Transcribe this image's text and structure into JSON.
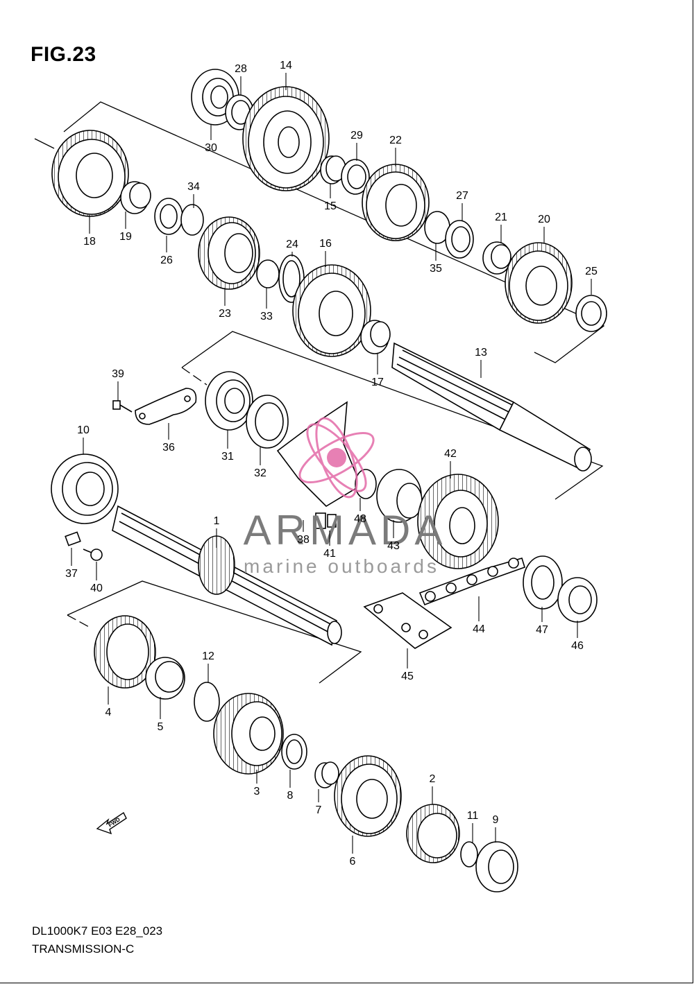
{
  "figure": {
    "title": "FIG.23"
  },
  "footer": {
    "model_code": "DL1000K7 E03 E28_023",
    "section_name": "TRANSMISSION-C"
  },
  "watermark": {
    "brand": "ARMADA",
    "tagline": "marine outboards",
    "color": "#e36aa8"
  },
  "fwd_label": "FWD",
  "parts": [
    {
      "id": "p1",
      "no": "1"
    },
    {
      "id": "p2",
      "no": "2"
    },
    {
      "id": "p3",
      "no": "3"
    },
    {
      "id": "p4",
      "no": "4"
    },
    {
      "id": "p5",
      "no": "5"
    },
    {
      "id": "p6",
      "no": "6"
    },
    {
      "id": "p7",
      "no": "7"
    },
    {
      "id": "p8",
      "no": "8"
    },
    {
      "id": "p9",
      "no": "9"
    },
    {
      "id": "p10",
      "no": "10"
    },
    {
      "id": "p11",
      "no": "11"
    },
    {
      "id": "p12",
      "no": "12"
    },
    {
      "id": "p13",
      "no": "13"
    },
    {
      "id": "p14",
      "no": "14"
    },
    {
      "id": "p15",
      "no": "15"
    },
    {
      "id": "p16",
      "no": "16"
    },
    {
      "id": "p17",
      "no": "17"
    },
    {
      "id": "p18",
      "no": "18"
    },
    {
      "id": "p19",
      "no": "19"
    },
    {
      "id": "p20",
      "no": "20"
    },
    {
      "id": "p21",
      "no": "21"
    },
    {
      "id": "p22",
      "no": "22"
    },
    {
      "id": "p23",
      "no": "23"
    },
    {
      "id": "p24",
      "no": "24"
    },
    {
      "id": "p25",
      "no": "25"
    },
    {
      "id": "p26",
      "no": "26"
    },
    {
      "id": "p27",
      "no": "27"
    },
    {
      "id": "p28",
      "no": "28"
    },
    {
      "id": "p29",
      "no": "29"
    },
    {
      "id": "p30",
      "no": "30"
    },
    {
      "id": "p31",
      "no": "31"
    },
    {
      "id": "p32",
      "no": "32"
    },
    {
      "id": "p33",
      "no": "33"
    },
    {
      "id": "p34",
      "no": "34"
    },
    {
      "id": "p35",
      "no": "35"
    },
    {
      "id": "p36",
      "no": "36"
    },
    {
      "id": "p37",
      "no": "37"
    },
    {
      "id": "p38",
      "no": "38"
    },
    {
      "id": "p39",
      "no": "39"
    },
    {
      "id": "p40",
      "no": "40"
    },
    {
      "id": "p41",
      "no": "41"
    },
    {
      "id": "p42",
      "no": "42"
    },
    {
      "id": "p43",
      "no": "43"
    },
    {
      "id": "p44",
      "no": "44"
    },
    {
      "id": "p45",
      "no": "45"
    },
    {
      "id": "p46",
      "no": "46"
    },
    {
      "id": "p47",
      "no": "47"
    },
    {
      "id": "p48",
      "no": "48"
    }
  ]
}
